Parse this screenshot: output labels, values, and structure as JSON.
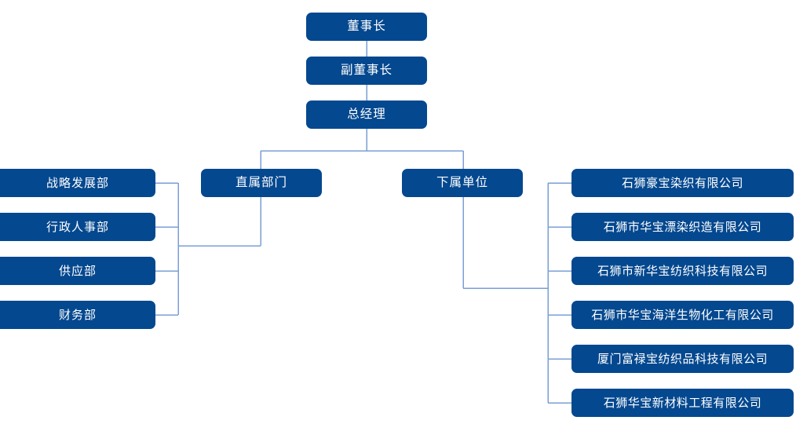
{
  "chart": {
    "type": "org-chart",
    "orientation": "top-down-with-side-branches",
    "box_color": "#04488f",
    "line_color": "#7a9fd4",
    "text_color": "#ffffff",
    "background": "#ffffff"
  },
  "top_chain": {
    "chairman": "董事长",
    "vice_chairman": "副董事长",
    "general_manager": "总经理"
  },
  "branches": {
    "direct_departments_label": "直属部门",
    "subordinate_units_label": "下属单位"
  },
  "departments": [
    {
      "label": "战略发展部"
    },
    {
      "label": "行政人事部"
    },
    {
      "label": "供应部"
    },
    {
      "label": "财务部"
    }
  ],
  "companies": [
    {
      "label": "石狮豪宝染织有限公司"
    },
    {
      "label": "石狮市华宝漂染织造有限公司"
    },
    {
      "label": "石狮市新华宝纺织科技有限公司"
    },
    {
      "label": "石狮市华宝海洋生物化工有限公司"
    },
    {
      "label": "厦门富禄宝纺织品科技有限公司"
    },
    {
      "label": "石狮华宝新材料工程有限公司"
    }
  ]
}
